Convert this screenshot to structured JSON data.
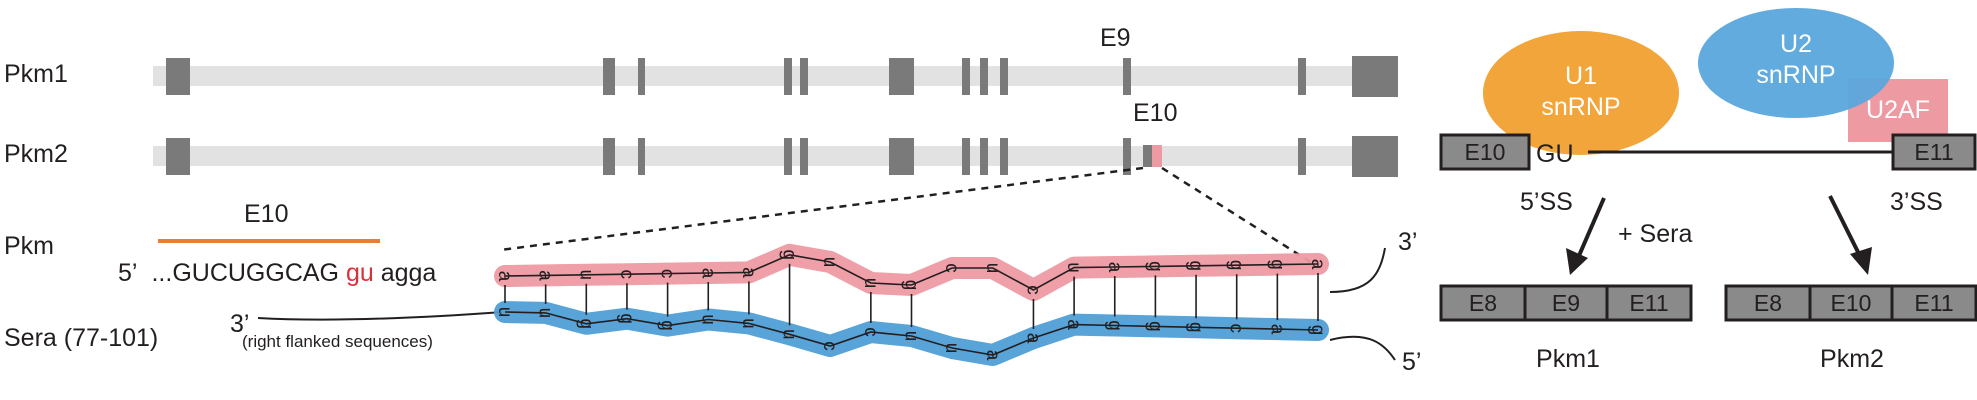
{
  "colors": {
    "exon": "#7a7a7a",
    "intron_bar": "#e2e2e2",
    "pink": "#ee9aa2",
    "blue": "#4f9fd6",
    "orange": "#eea73b",
    "u1": "#f1a53a",
    "u2": "#5aa7dd",
    "u2af": "#ee9aa2",
    "highlight_red": "#d6323b",
    "exon_box": "#8a8a8a"
  },
  "left": {
    "pkm1_label": "Pkm1",
    "pkm2_label": "Pkm2",
    "e9_label": "E9",
    "e10_label": "E10"
  },
  "sequence": {
    "e10_label": "E10",
    "pkm_label": "Pkm",
    "sera_label": "Sera (77-101)",
    "five_prime_left": "5’",
    "exon_seq": "...GUCUGGCAG",
    "intron_gu": "gu",
    "intron_rest": "agga",
    "three_prime_sera": "3’",
    "flank_note": "(right flanked sequences)",
    "three_prime_right": "3’",
    "five_prime_right": "5’",
    "top_strand": [
      "a",
      "a",
      "u",
      "c",
      "c",
      "a",
      "a",
      "g",
      "u",
      "u",
      "g",
      "c",
      "u",
      "c",
      "u",
      "a",
      "g",
      "g",
      "g",
      "g",
      "a"
    ],
    "bottom_strand": [
      "u",
      "u",
      "g",
      "g",
      "g",
      "u",
      "u",
      "u",
      "c",
      "c",
      "u",
      "u",
      "a",
      "a",
      "a",
      "g",
      "g",
      "g",
      "c",
      "a",
      "g"
    ]
  },
  "splicing": {
    "u1_line1": "U1",
    "u1_line2": "snRNP",
    "u2_line1": "U2",
    "u2_line2": "snRNP",
    "u2af": "U2AF",
    "e10": "E10",
    "gu": "GU",
    "e11": "E11",
    "ss5": "5’SS",
    "ss3": "3’SS",
    "sera_plus": "+ Sera",
    "pkm1_exons": [
      "E8",
      "E9",
      "E11"
    ],
    "pkm2_exons": [
      "E8",
      "E10",
      "E11"
    ],
    "pkm1_label": "Pkm1",
    "pkm2_label": "Pkm2"
  }
}
